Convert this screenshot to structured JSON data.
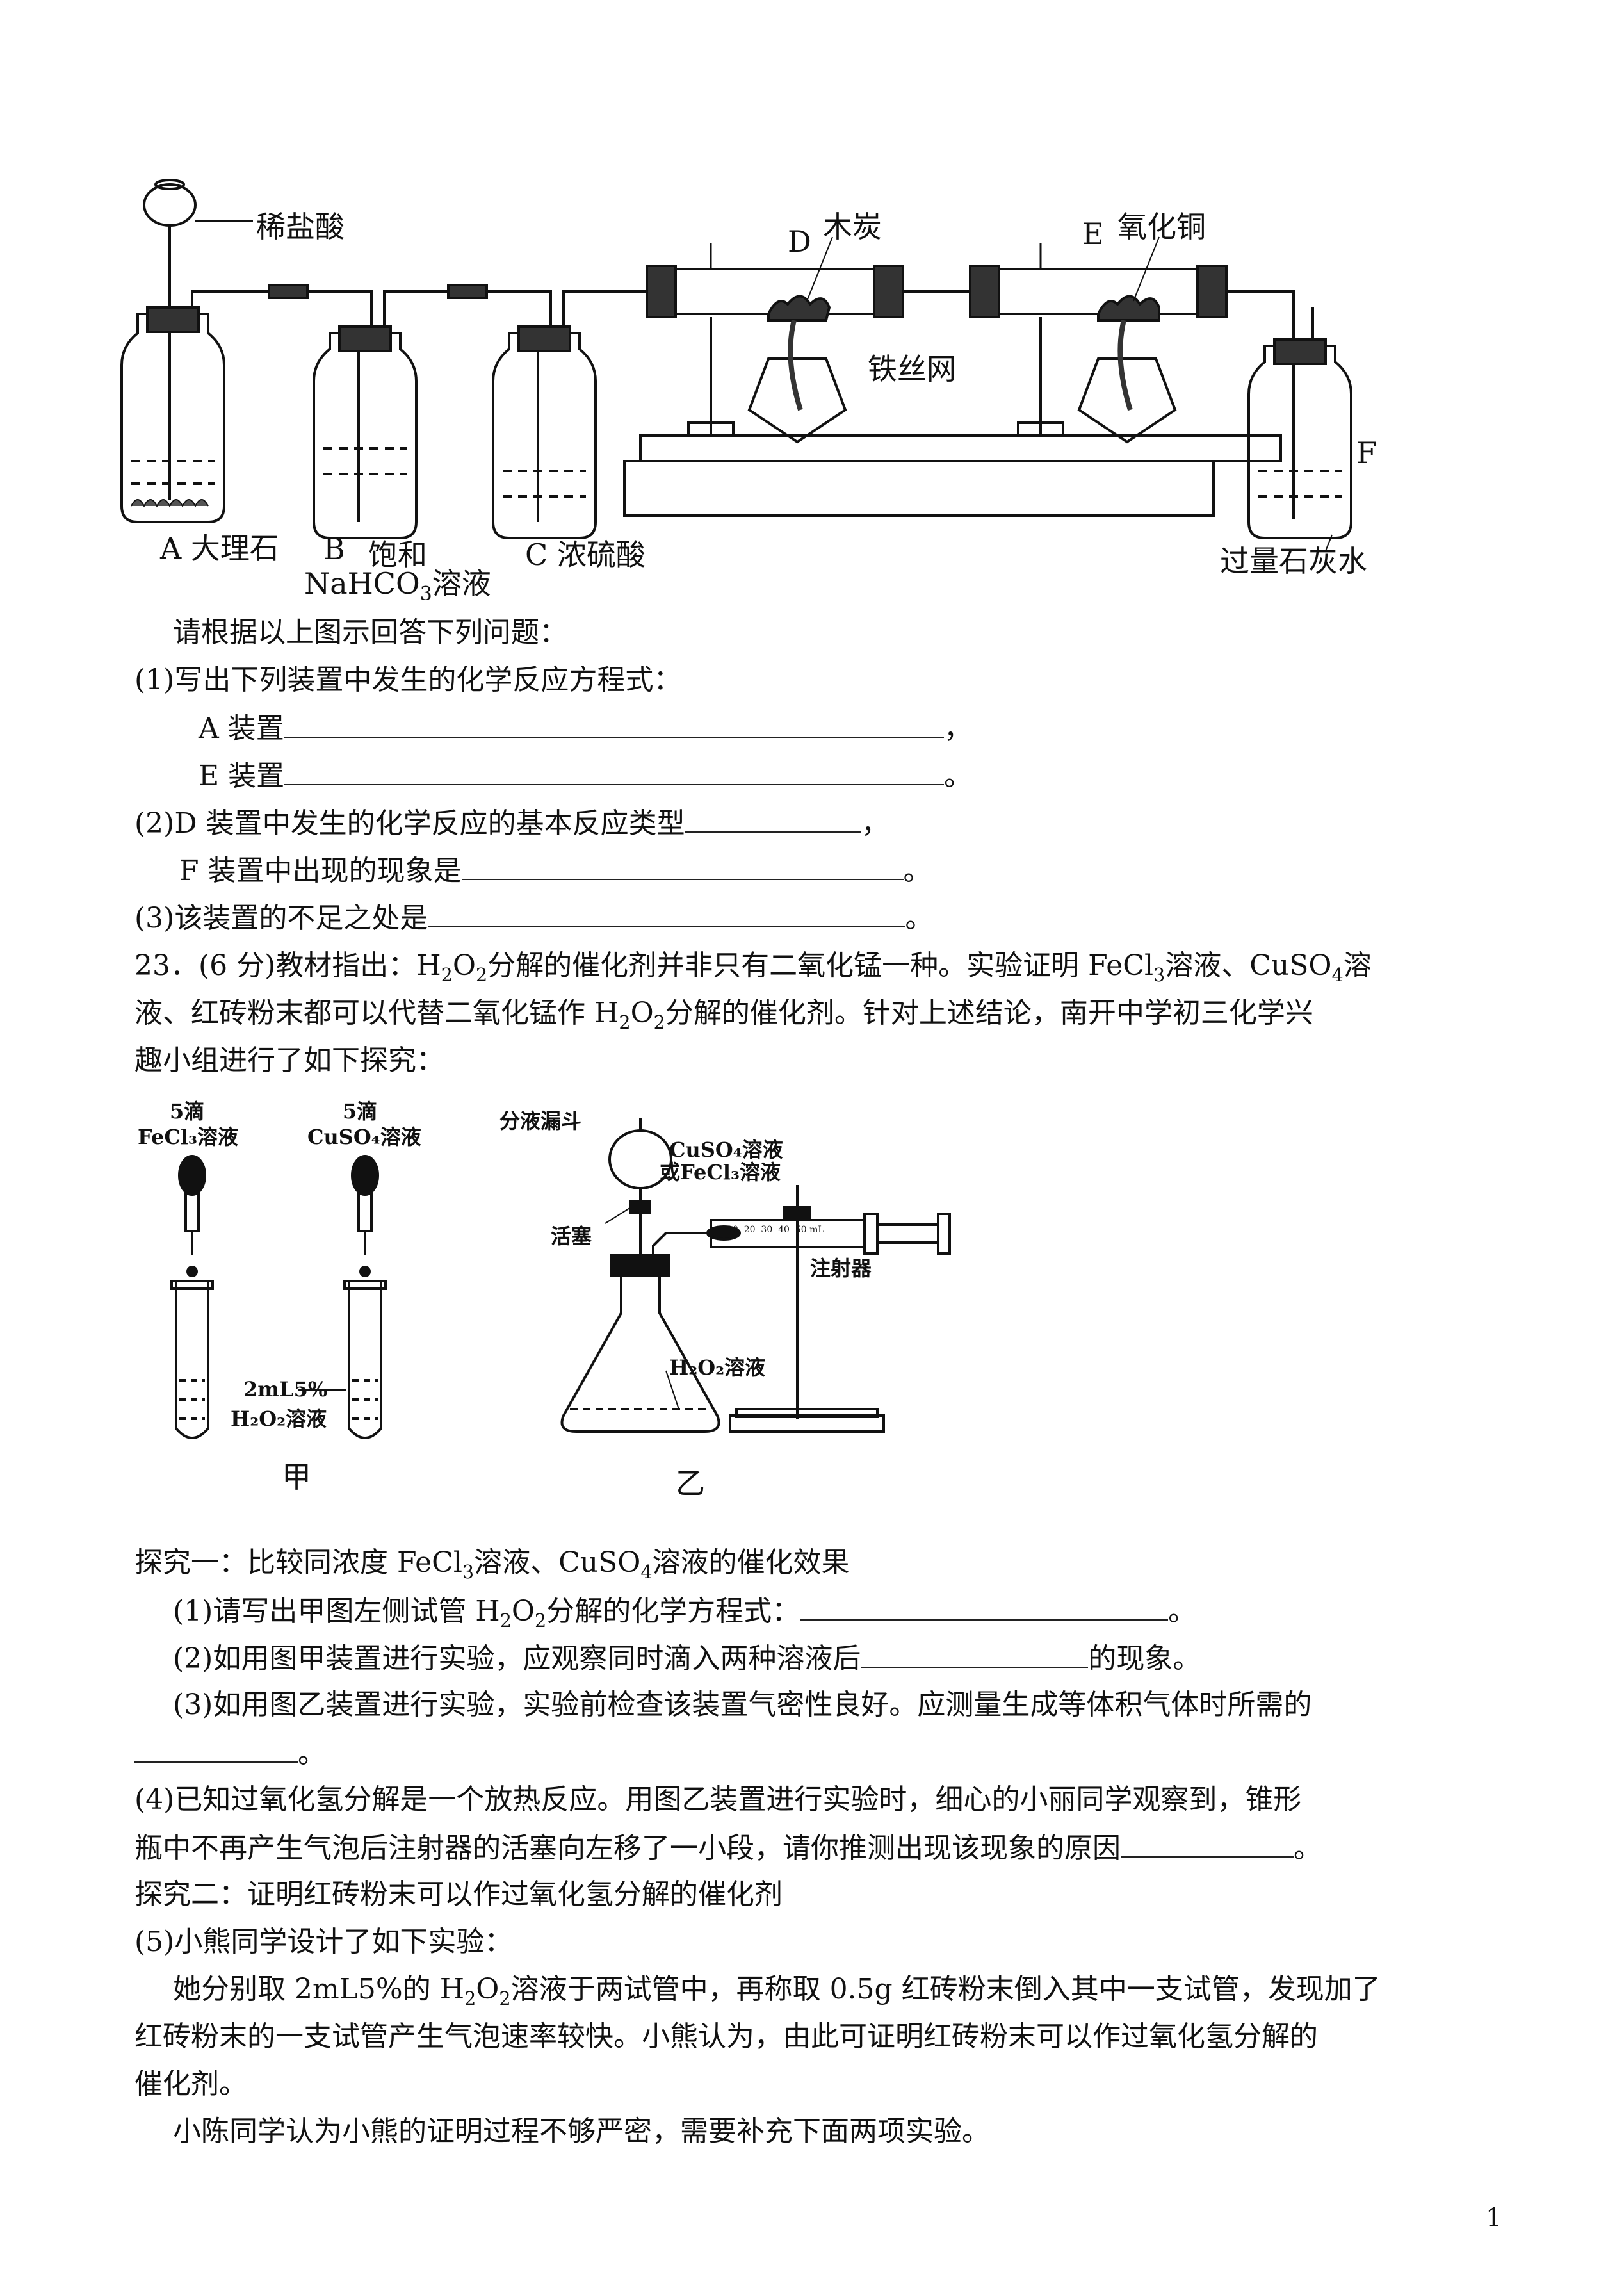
{
  "figure1": {
    "label_acid": "稀盐酸",
    "label_D": "D",
    "label_charcoal": "木炭",
    "label_E": "E",
    "label_cuo": "氧化铜",
    "label_mesh": "铁丝网",
    "label_F": "F",
    "label_A": "A 大理石",
    "label_B": "B",
    "label_B_sat": "饱和",
    "label_B_sol_pre": "NaHCO",
    "label_B_sol_sub": "3",
    "label_B_sol_post": "溶液",
    "label_C": "C 浓硫酸",
    "label_limewater": "过量石灰水"
  },
  "q22": {
    "intro": "请根据以上图示回答下列问题：",
    "p1": "(1)写出下列装置中发生的化学反应方程式：",
    "p1_a": "A 装置",
    "p1_a_end": "，",
    "p1_e": "E 装置",
    "p1_e_end": "。",
    "p2": "(2)D 装置中发生的化学反应的基本反应类型",
    "p2_end": "，",
    "p2_f": "F 装置中出现的现象是",
    "p2_f_end": "。",
    "p3": "(3)该装置的不足之处是",
    "p3_end": "。"
  },
  "q23": {
    "l1_a": "23．(6 分)教材指出：H",
    "l1_b": "O",
    "l1_c": "分解的催化剂并非只有二氧化锰一种。实验证明 FeCl",
    "l1_d": "溶液、CuSO",
    "l1_e": "溶",
    "l2_a": "液、红砖粉末都可以代替二氧化锰作 H",
    "l2_b": "O",
    "l2_c": "分解的催化剂。针对上述结论，南开中学初三化学兴",
    "l3": "趣小组进行了如下探究：",
    "sub2": "2",
    "sub3": "3",
    "sub4": "4"
  },
  "figure2": {
    "drops1": "5滴",
    "drops1_sol": "FeCl₃溶液",
    "drops2": "5滴",
    "drops2_sol": "CuSO₄溶液",
    "volume": "2mL5%",
    "h2o2": "H₂O₂溶液",
    "cap_jia": "甲",
    "funnel": "分液漏斗",
    "sol_cu": "CuSO₄溶液",
    "sol_fe": "或FeCl₃溶液",
    "stopcock": "活塞",
    "syringe": "注射器",
    "flask_sol": "H₂O₂溶液",
    "cap_yi": "乙",
    "scale": "10  20  30  40  50 mL"
  },
  "explore1": {
    "title_a": "探究一：比较同浓度 FeCl",
    "title_b": "溶液、CuSO",
    "title_c": "溶液的催化效果",
    "q1_a": "(1)请写出甲图左侧试管 H",
    "q1_b": "O",
    "q1_c": "分解的化学方程式：",
    "q1_end": "。",
    "q2": "(2)如用图甲装置进行实验，应观察同时滴入两种溶液后",
    "q2_end": "的现象。",
    "q3": "(3)如用图乙装置进行实验，实验前检查该装置气密性良好。应测量生成等体积气体时所需的",
    "q3_end": "。",
    "q4_l1": "(4)已知过氧化氢分解是一个放热反应。用图乙装置进行实验时，细心的小丽同学观察到，锥形",
    "q4_l2": "瓶中不再产生气泡后注射器的活塞向左移了一小段，请你推测出现该现象的原因",
    "q4_end": "。"
  },
  "explore2": {
    "title": "探究二：证明红砖粉末可以作过氧化氢分解的催化剂",
    "q5": "(5)小熊同学设计了如下实验：",
    "p1_a": "她分别取 2mL5%的 H",
    "p1_b": "O",
    "p1_c": "溶液于两试管中，再称取 0.5g 红砖粉末倒入其中一支试管，发现加了",
    "p2": "红砖粉末的一支试管产生气泡速率较快。小熊认为，由此可证明红砖粉末可以作过氧化氢分解的",
    "p3": "催化剂。",
    "p4": "小陈同学认为小熊的证明过程不够严密，需要补充下面两项实验。"
  },
  "page_number": "1"
}
